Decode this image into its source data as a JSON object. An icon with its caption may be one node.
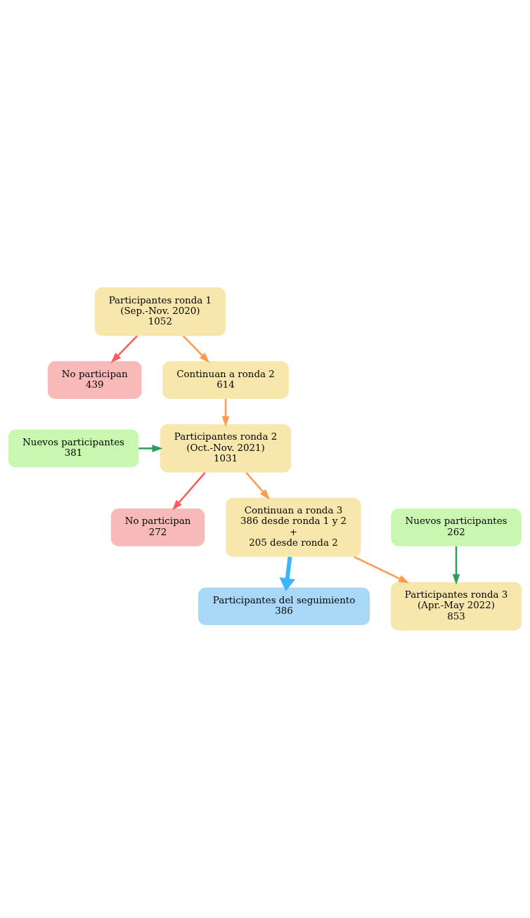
{
  "diagram": {
    "nodes": [
      {
        "text": [
          "Participantes ronda 1",
          "(Sep.-Nov. 2020)",
          "1052"
        ]
      },
      {
        "text": [
          "No participan",
          "439"
        ]
      },
      {
        "text": [
          "Continuan a ronda 2",
          "614"
        ]
      },
      {
        "text": [
          "Nuevos participantes",
          "381"
        ]
      },
      {
        "text": [
          "Participantes ronda 2",
          "(Oct.-Nov. 2021)",
          "1031"
        ]
      },
      {
        "text": [
          "No participan",
          "272"
        ]
      },
      {
        "text": [
          "Continuan a ronda 3",
          "386 desde ronda 1 y 2",
          "+",
          "205 desde ronda 2"
        ]
      },
      {
        "text": [
          "Participantes del seguimiento",
          "386"
        ]
      },
      {
        "text": [
          "Nuevos participantes",
          "262"
        ]
      },
      {
        "text": [
          "Participantes ronda 3",
          "(Apr.-May 2022)",
          "853"
        ]
      }
    ],
    "edges": [
      {
        "from": 0,
        "to": 2,
        "arrow": "to"
      },
      {
        "from": 0,
        "to": 1,
        "arrow": "to",
        "color": "#ff5a5a"
      },
      {
        "from": 2,
        "to": 4,
        "arrow": "to"
      },
      {
        "from": 3,
        "to": 4,
        "arrow": "to",
        "color": "#2e9e5a"
      },
      {
        "from": 4,
        "to": 6,
        "arrow": "to"
      },
      {
        "from": 4,
        "to": 5,
        "arrow": "to",
        "color": "#ff5a5a"
      },
      {
        "from": 6,
        "to": 7,
        "arrow": "to",
        "color": "#3cb4ff",
        "style": "thick"
      },
      {
        "from": 6,
        "to": 9,
        "arrow": "to"
      },
      {
        "from": 8,
        "to": 9,
        "arrow": "to",
        "color": "#2e9e5a"
      }
    ]
  }
}
